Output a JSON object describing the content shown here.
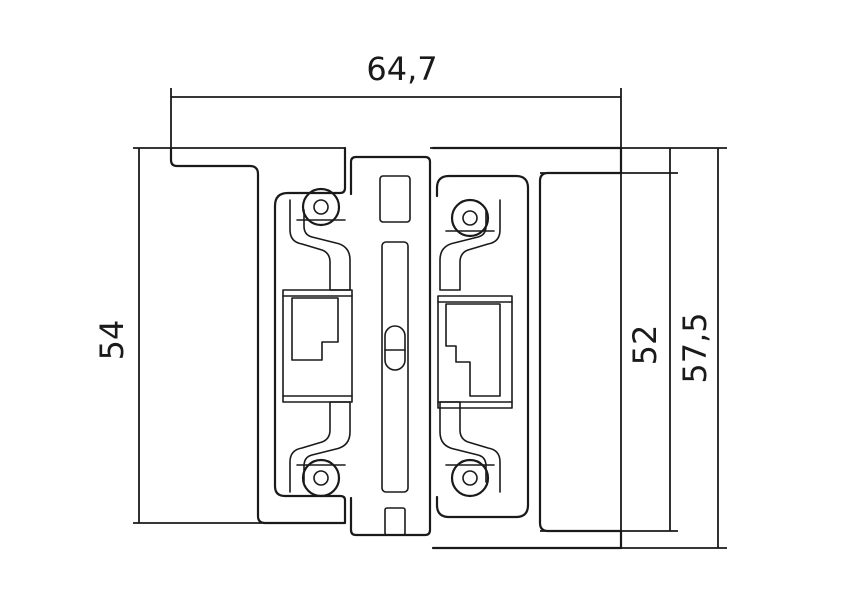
{
  "dimensions": {
    "width": "64,7",
    "height_left": "54",
    "height_inner": "52",
    "height_outer": "57,5"
  },
  "colors": {
    "line": "#1a1a1a",
    "background": "#ffffff"
  }
}
